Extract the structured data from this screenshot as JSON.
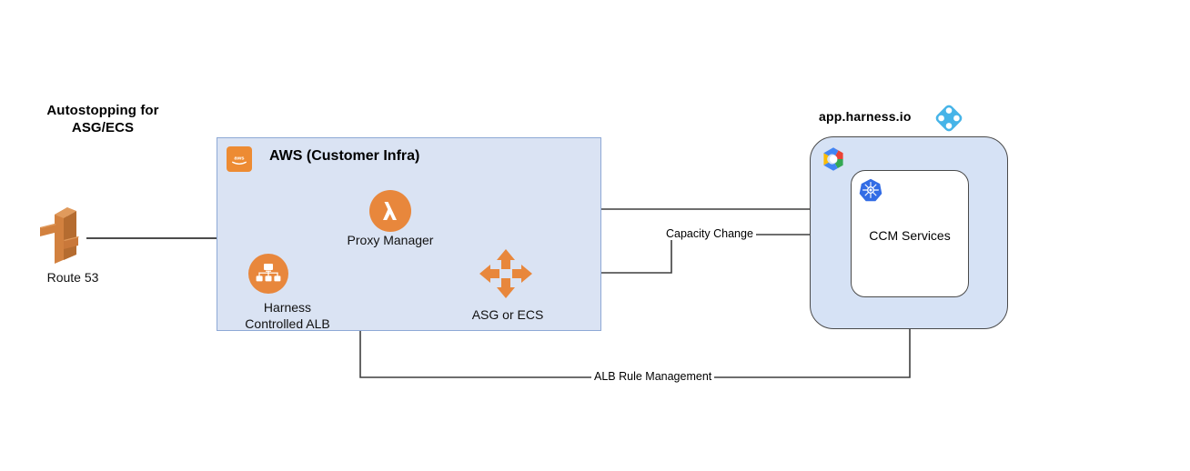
{
  "diagram": {
    "headline": "Autostopping for ASG/ECS",
    "headline_lines": [
      "Autostopping for",
      "ASG/ECS"
    ]
  },
  "aws_group": {
    "title": "AWS (Customer Infra)",
    "badge_icon": "aws-logo-icon",
    "fill_color": "#dae3f3",
    "border_color": "#8ea9d6",
    "accent_color": "#ed8b33"
  },
  "harness_group": {
    "title": "app.harness.io",
    "logo_icon": "harness-diamond-icon",
    "cloud_icon": "google-cloud-icon",
    "inner": {
      "label": "CCM Services",
      "icon": "kubernetes-icon"
    },
    "fill_color": "#d6e2f5",
    "border_color": "#4a4a4a"
  },
  "nodes": [
    {
      "id": "route53",
      "label": "Route 53",
      "label_lines": [
        "Route 53"
      ],
      "icon": "aws-route53-icon",
      "color": "#d2813f"
    },
    {
      "id": "proxy",
      "label": "Proxy Manager",
      "label_lines": [
        "Proxy Manager"
      ],
      "icon": "aws-lambda-icon",
      "color": "#e8873c"
    },
    {
      "id": "alb",
      "label": "Harness Controlled ALB",
      "label_lines": [
        "Harness",
        "Controlled ALB"
      ],
      "icon": "aws-alb-icon",
      "color": "#e8873c"
    },
    {
      "id": "asg",
      "label": "ASG or ECS",
      "label_lines": [
        "ASG or ECS"
      ],
      "icon": "aws-autoscaling-icon",
      "color": "#e8873c"
    }
  ],
  "edges": [
    {
      "id": "route53-to-alb",
      "label": "",
      "from": "route53",
      "to": "alb"
    },
    {
      "id": "alb-to-proxy",
      "label": "",
      "from": "alb",
      "to": "proxy"
    },
    {
      "id": "ccm-to-proxy",
      "label": "",
      "from": "ccm",
      "to": "proxy"
    },
    {
      "id": "alb-to-asg",
      "label": "",
      "from": "alb",
      "to": "asg"
    },
    {
      "id": "capacity-change",
      "label": "Capacity Change",
      "from": "ccm",
      "to": "asg"
    },
    {
      "id": "alb-rule-management",
      "label": "ALB Rule Management",
      "from": "ccm",
      "to": "alb"
    }
  ],
  "edge_labels": {
    "capacity_change": "Capacity Change",
    "alb_rule_management": "ALB Rule Management"
  },
  "colors": {
    "line": "#3f3f3f",
    "aws_orange": "#e8873c",
    "harness_blue": "#46b4e8",
    "k8s_blue": "#326ce5"
  }
}
